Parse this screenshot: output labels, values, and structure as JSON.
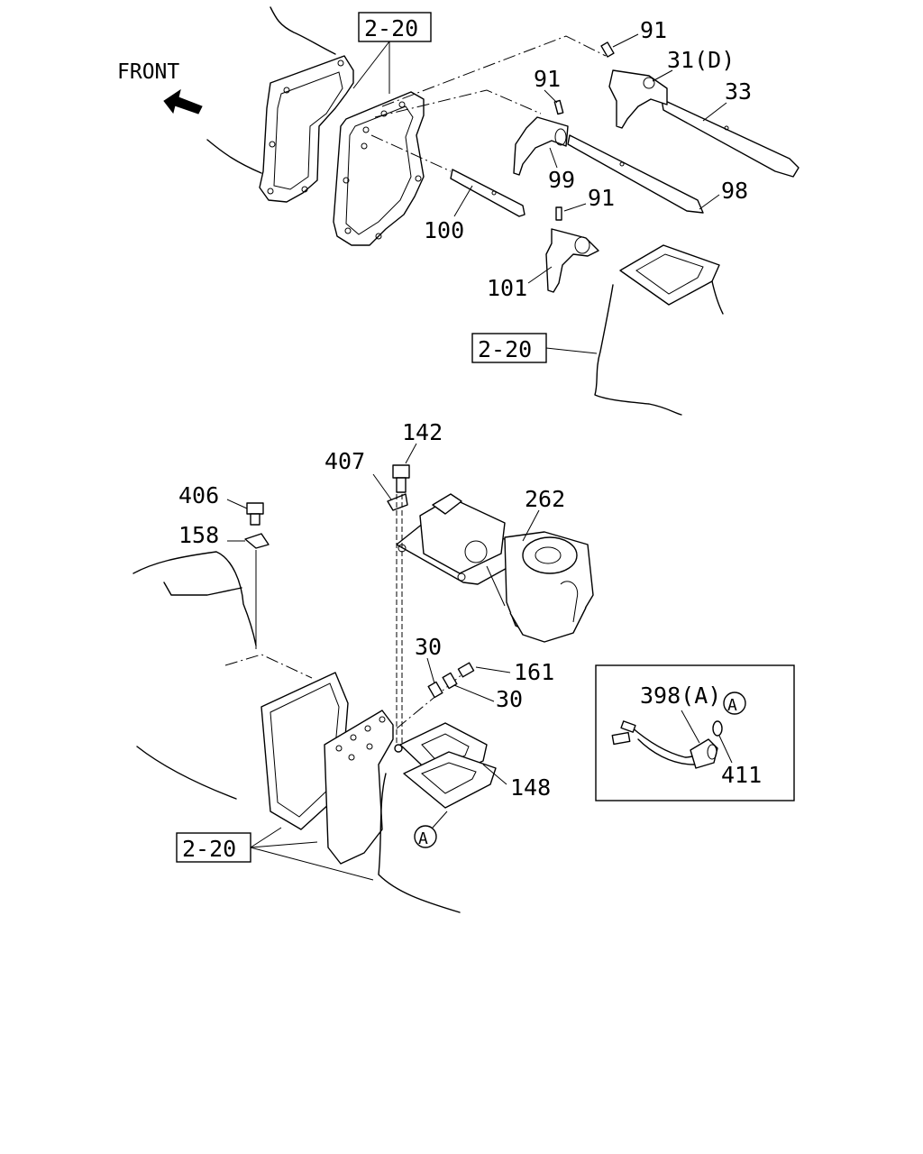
{
  "diagram": {
    "front_label": "FRONT",
    "ref_label": "2-20",
    "callouts": {
      "p91a": "91",
      "p31d": "31(D)",
      "p33": "33",
      "p91b": "91",
      "p99": "99",
      "p91c": "91",
      "p98": "98",
      "p100": "100",
      "p101": "101",
      "p142": "142",
      "p407": "407",
      "p262": "262",
      "p406": "406",
      "p158": "158",
      "p30a": "30",
      "p161": "161",
      "p30b": "30",
      "p148": "148",
      "p398": "398(A)",
      "p411": "411"
    },
    "circle_marker": "A"
  }
}
